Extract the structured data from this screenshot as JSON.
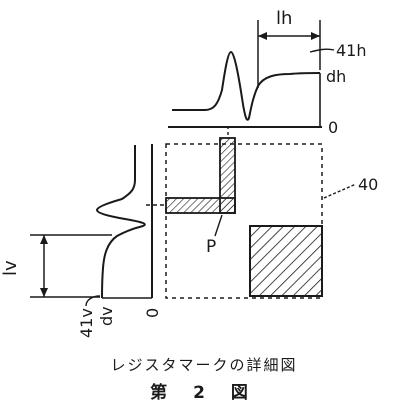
{
  "figure": {
    "labels": {
      "lh": "lh",
      "ref_41h": "41h",
      "dh": "dh",
      "zero_h": "0",
      "ref_40": "40",
      "p": "P",
      "lv": "lv",
      "zero_v": "0",
      "dv": "dv",
      "ref_41v": "41v"
    }
  },
  "caption": {
    "line1": "レジスタマークの詳細図",
    "line2": "第 2 図"
  }
}
